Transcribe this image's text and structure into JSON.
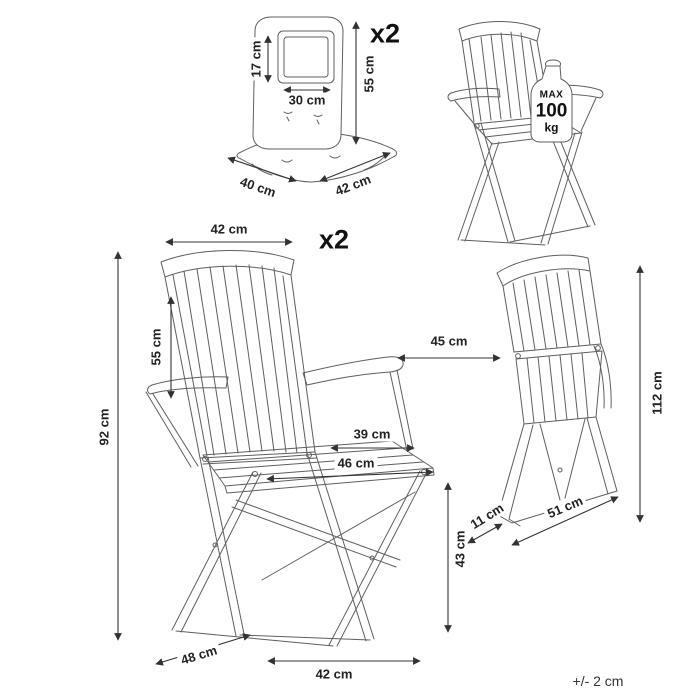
{
  "page": {
    "tolerance_note": "+/- 2 cm"
  },
  "labels": {
    "cushion_qty": "x2",
    "chair_qty": "x2",
    "max_load": {
      "line1": "MAX",
      "line2": "100",
      "line3": "kg"
    }
  },
  "dimensions": {
    "cushion": {
      "headrest_height": "17 cm",
      "headrest_width": "30 cm",
      "back_height": "55 cm",
      "seat_depth": "40 cm",
      "seat_width": "42 cm"
    },
    "chair": {
      "top_width": "42 cm",
      "backrest_height": "55 cm",
      "total_height": "92 cm",
      "armrest_length": "45 cm",
      "seat_depth": "39 cm",
      "seat_width": "46 cm",
      "seat_height": "43 cm",
      "base_depth": "48 cm",
      "base_width": "42 cm"
    },
    "folded": {
      "height": "112 cm",
      "depth": "11 cm",
      "width": "51 cm"
    }
  }
}
